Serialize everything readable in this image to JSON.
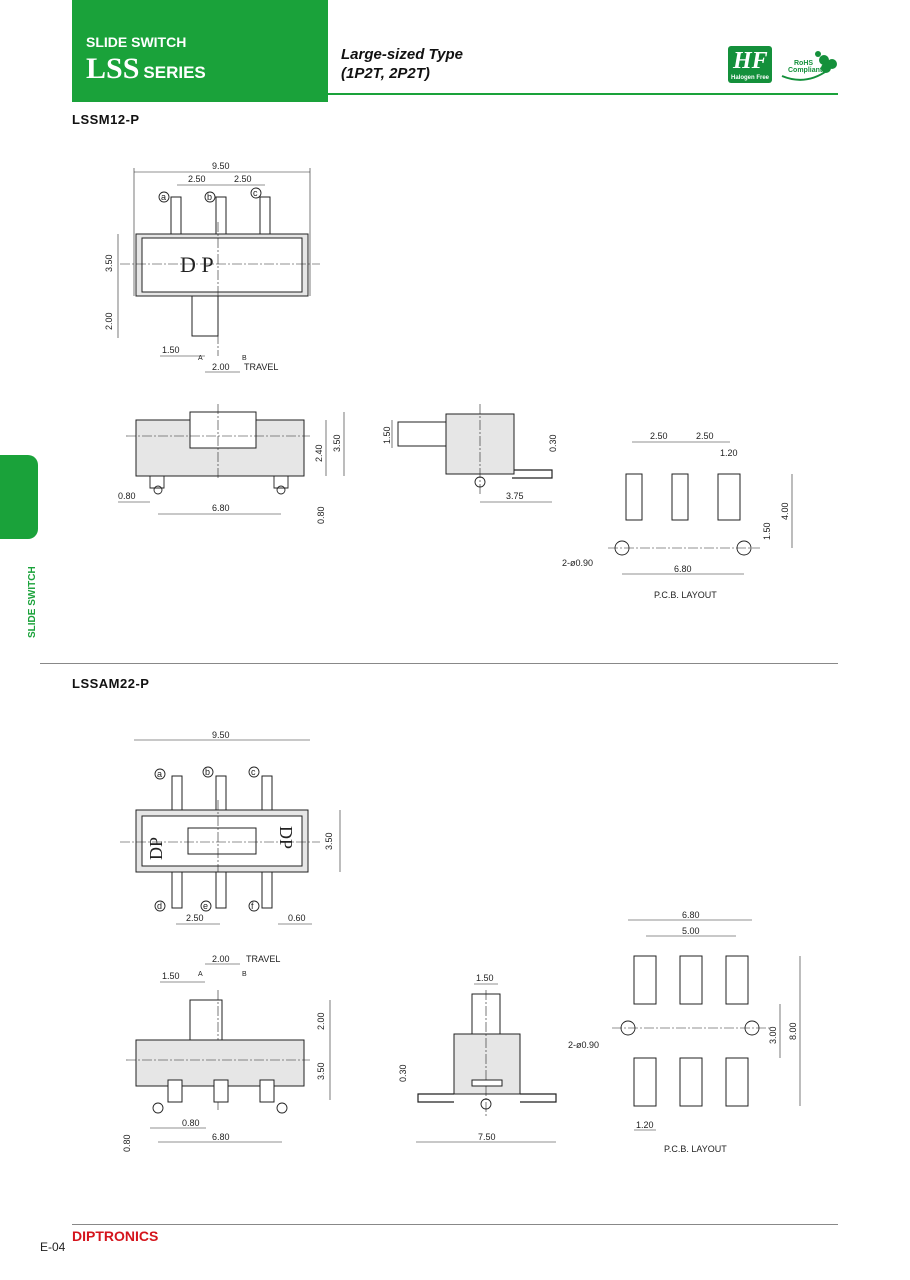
{
  "header": {
    "series_label": "SLIDE SWITCH",
    "series_name": "LSS",
    "series_suffix": "SERIES",
    "type_line1": "Large-sized Type",
    "type_line2": "(1P2T, 2P2T)",
    "hf_logo": "HF",
    "hf_sub": "Halogen Free",
    "rohs_line1": "RoHS",
    "rohs_line2": "Compliant"
  },
  "side_tab": "SLIDE SWITCH",
  "colors": {
    "brand_green": "#1aa23a",
    "brand_red": "#d4141c"
  },
  "models": [
    {
      "name": "LSSM12-P"
    },
    {
      "name": "LSSAM22-P"
    }
  ],
  "m1": {
    "d_950": "9.50",
    "d_250a": "2.50",
    "d_250b": "2.50",
    "pin_a": "a",
    "pin_b": "b",
    "pin_c": "c",
    "d_350": "3.50",
    "d_200v": "2.00",
    "d_150": "1.50",
    "pos_a": "A",
    "pos_b": "B",
    "d_200": "2.00",
    "travel": "TRAVEL",
    "body_text": "D P",
    "side_240": "2.40",
    "side_350": "3.50",
    "side_080": "0.80",
    "side_680": "6.80",
    "side_080v": "0.80",
    "end_150": "1.50",
    "end_030": "0.30",
    "end_375": "3.75",
    "pcb_250a": "2.50",
    "pcb_250b": "2.50",
    "pcb_120": "1.20",
    "pcb_400": "4.00",
    "pcb_150": "1.50",
    "pcb_hole": "2-ø0.90",
    "pcb_680": "6.80",
    "pcb_caption": "P.C.B. LAYOUT"
  },
  "m2": {
    "d_950": "9.50",
    "pin_a": "a",
    "pin_b": "b",
    "pin_c": "c",
    "pin_d": "d",
    "pin_e": "e",
    "pin_f": "f",
    "body_left": "DP",
    "body_right": "DP",
    "d_350": "3.50",
    "d_250": "2.50",
    "d_060": "0.60",
    "d_200": "2.00",
    "travel": "TRAVEL",
    "d_150": "1.50",
    "pos_a": "A",
    "pos_b": "B",
    "side_200": "2.00",
    "side_350": "3.50",
    "side_080": "0.80",
    "side_680": "6.80",
    "side_080v": "0.80",
    "end_150": "1.50",
    "end_030": "0.30",
    "end_750": "7.50",
    "pcb_680": "6.80",
    "pcb_500": "5.00",
    "pcb_hole": "2-ø0.90",
    "pcb_300": "3.00",
    "pcb_800": "8.00",
    "pcb_120": "1.20",
    "pcb_caption": "P.C.B. LAYOUT"
  },
  "footer": {
    "page": "E-04",
    "brand": "DIPTRONICS"
  }
}
